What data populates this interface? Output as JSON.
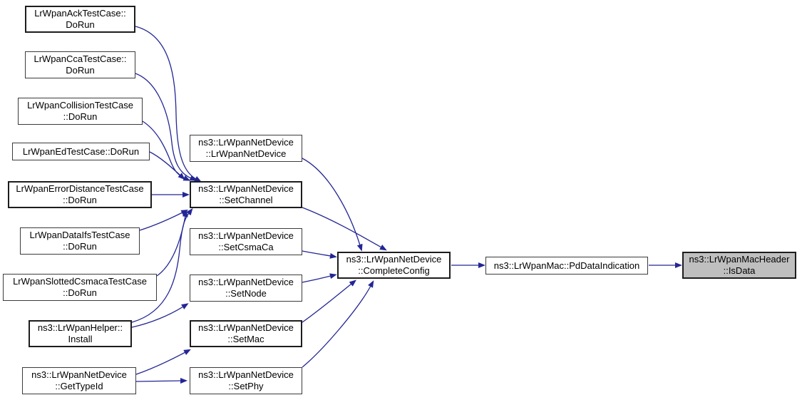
{
  "diagram": {
    "type": "call-graph",
    "colors": {
      "edge": "#232694",
      "node_fill": "#ffffff",
      "node_border": "#3b3b3b",
      "node_border_strong": "#1d1d1d",
      "highlight_fill": "#bfbfbf",
      "background": "#ffffff"
    },
    "nodes": [
      {
        "id": "ack-dorun",
        "lines": [
          "LrWpanAckTestCase::",
          "DoRun"
        ],
        "emphasized": true
      },
      {
        "id": "cca-dorun",
        "lines": [
          "LrWpanCcaTestCase::",
          "DoRun"
        ]
      },
      {
        "id": "collision-dorun",
        "lines": [
          "LrWpanCollisionTestCase",
          "::DoRun"
        ]
      },
      {
        "id": "ed-dorun",
        "lines": [
          "LrWpanEdTestCase::DoRun"
        ]
      },
      {
        "id": "errordistance-dorun",
        "lines": [
          "LrWpanErrorDistanceTestCase",
          "::DoRun"
        ],
        "emphasized": true
      },
      {
        "id": "dataifs-dorun",
        "lines": [
          "LrWpanDataIfsTestCase",
          "::DoRun"
        ]
      },
      {
        "id": "slottedcsmaca-dorun",
        "lines": [
          "LrWpanSlottedCsmacaTestCase",
          "::DoRun"
        ]
      },
      {
        "id": "helper-install",
        "lines": [
          "ns3::LrWpanHelper::",
          "Install"
        ],
        "emphasized": true
      },
      {
        "id": "gettypeid",
        "lines": [
          "ns3::LrWpanNetDevice",
          "::GetTypeId"
        ]
      },
      {
        "id": "netdevice-ctor",
        "lines": [
          "ns3::LrWpanNetDevice",
          "::LrWpanNetDevice"
        ]
      },
      {
        "id": "setchannel",
        "lines": [
          "ns3::LrWpanNetDevice",
          "::SetChannel"
        ],
        "emphasized": true
      },
      {
        "id": "setcsmaca",
        "lines": [
          "ns3::LrWpanNetDevice",
          "::SetCsmaCa"
        ]
      },
      {
        "id": "setnode",
        "lines": [
          "ns3::LrWpanNetDevice",
          "::SetNode"
        ]
      },
      {
        "id": "setmac",
        "lines": [
          "ns3::LrWpanNetDevice",
          "::SetMac"
        ],
        "emphasized": true
      },
      {
        "id": "setphy",
        "lines": [
          "ns3::LrWpanNetDevice",
          "::SetPhy"
        ]
      },
      {
        "id": "completeconfig",
        "lines": [
          "ns3::LrWpanNetDevice",
          "::CompleteConfig"
        ],
        "emphasized": true
      },
      {
        "id": "pddataindication",
        "lines": [
          "ns3::LrWpanMac::PdDataIndication"
        ]
      },
      {
        "id": "isdata",
        "lines": [
          "ns3::LrWpanMacHeader",
          "::IsData"
        ],
        "emphasized": true,
        "highlighted": true
      }
    ],
    "edges": [
      {
        "from": "ack-dorun",
        "to": "setchannel"
      },
      {
        "from": "cca-dorun",
        "to": "setchannel"
      },
      {
        "from": "collision-dorun",
        "to": "setchannel"
      },
      {
        "from": "ed-dorun",
        "to": "setchannel"
      },
      {
        "from": "errordistance-dorun",
        "to": "setchannel"
      },
      {
        "from": "dataifs-dorun",
        "to": "setchannel"
      },
      {
        "from": "slottedcsmaca-dorun",
        "to": "setchannel"
      },
      {
        "from": "helper-install",
        "to": "setchannel"
      },
      {
        "from": "helper-install",
        "to": "setnode"
      },
      {
        "from": "gettypeid",
        "to": "setmac"
      },
      {
        "from": "gettypeid",
        "to": "setphy"
      },
      {
        "from": "netdevice-ctor",
        "to": "completeconfig"
      },
      {
        "from": "setchannel",
        "to": "completeconfig"
      },
      {
        "from": "setcsmaca",
        "to": "completeconfig"
      },
      {
        "from": "setnode",
        "to": "completeconfig"
      },
      {
        "from": "setmac",
        "to": "completeconfig"
      },
      {
        "from": "setphy",
        "to": "completeconfig"
      },
      {
        "from": "completeconfig",
        "to": "pddataindication"
      },
      {
        "from": "pddataindication",
        "to": "isdata"
      }
    ]
  }
}
